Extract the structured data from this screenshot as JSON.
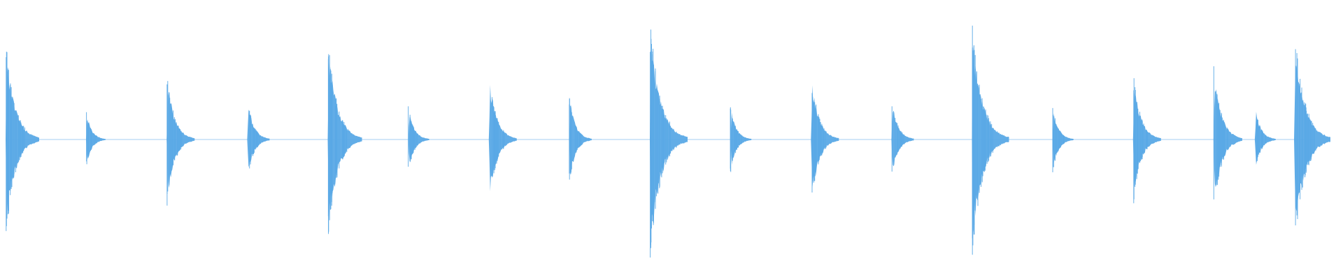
{
  "waveform": {
    "color": "#5aa9e6",
    "centerline_visible": true,
    "transients": [
      {
        "t": 0.0,
        "amplitude": 0.7
      },
      {
        "t": 0.0615,
        "amplitude": 0.2
      },
      {
        "t": 0.123,
        "amplitude": 0.48
      },
      {
        "t": 0.1845,
        "amplitude": 0.3
      },
      {
        "t": 0.246,
        "amplitude": 0.72
      },
      {
        "t": 0.3075,
        "amplitude": 0.24
      },
      {
        "t": 0.369,
        "amplitude": 0.48
      },
      {
        "t": 0.4305,
        "amplitude": 0.3
      },
      {
        "t": 0.492,
        "amplitude": 0.85
      },
      {
        "t": 0.5535,
        "amplitude": 0.24
      },
      {
        "t": 0.615,
        "amplitude": 0.48
      },
      {
        "t": 0.6765,
        "amplitude": 0.3
      },
      {
        "t": 0.738,
        "amplitude": 0.82
      },
      {
        "t": 0.7995,
        "amplitude": 0.24
      },
      {
        "t": 0.861,
        "amplitude": 0.48
      },
      {
        "t": 0.9225,
        "amplitude": 0.52
      },
      {
        "t": 0.954,
        "amplitude": 0.24
      },
      {
        "t": 0.984,
        "amplitude": 0.8
      }
    ]
  }
}
